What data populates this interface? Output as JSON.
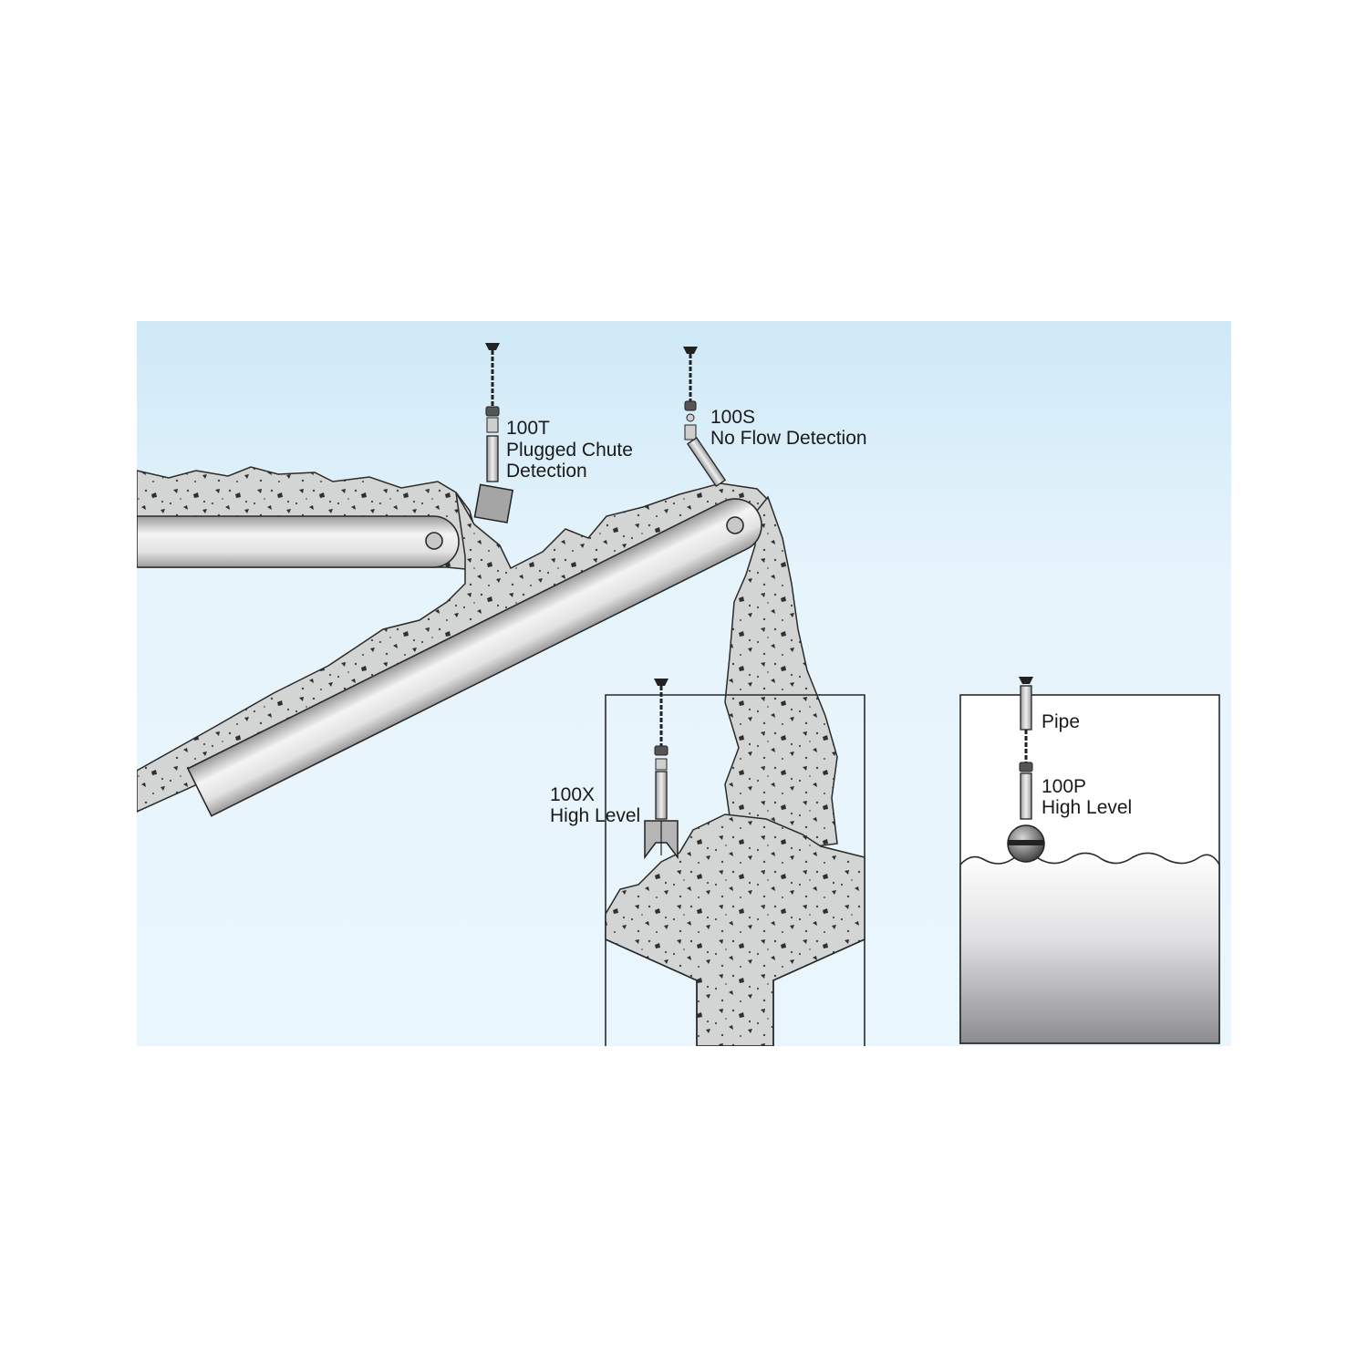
{
  "labels": {
    "s100t": {
      "model": "100T",
      "line1": "Plugged Chute",
      "line2": "Detection"
    },
    "s100s": {
      "model": "100S",
      "line1": "No Flow Detection"
    },
    "s100x": {
      "model": "100X",
      "line1": "High Level"
    },
    "pipe": "Pipe",
    "s100p": {
      "model": "100P",
      "line1": "High Level"
    }
  },
  "colors": {
    "sky_top": "#cfe9f7",
    "sky_bottom": "#eaf6fd",
    "material": "#d3d4d4",
    "outline": "#2a2a2a"
  },
  "icons": [
    "switch-mount-icon",
    "chain-icon",
    "paddle-icon",
    "float-ball-icon"
  ]
}
